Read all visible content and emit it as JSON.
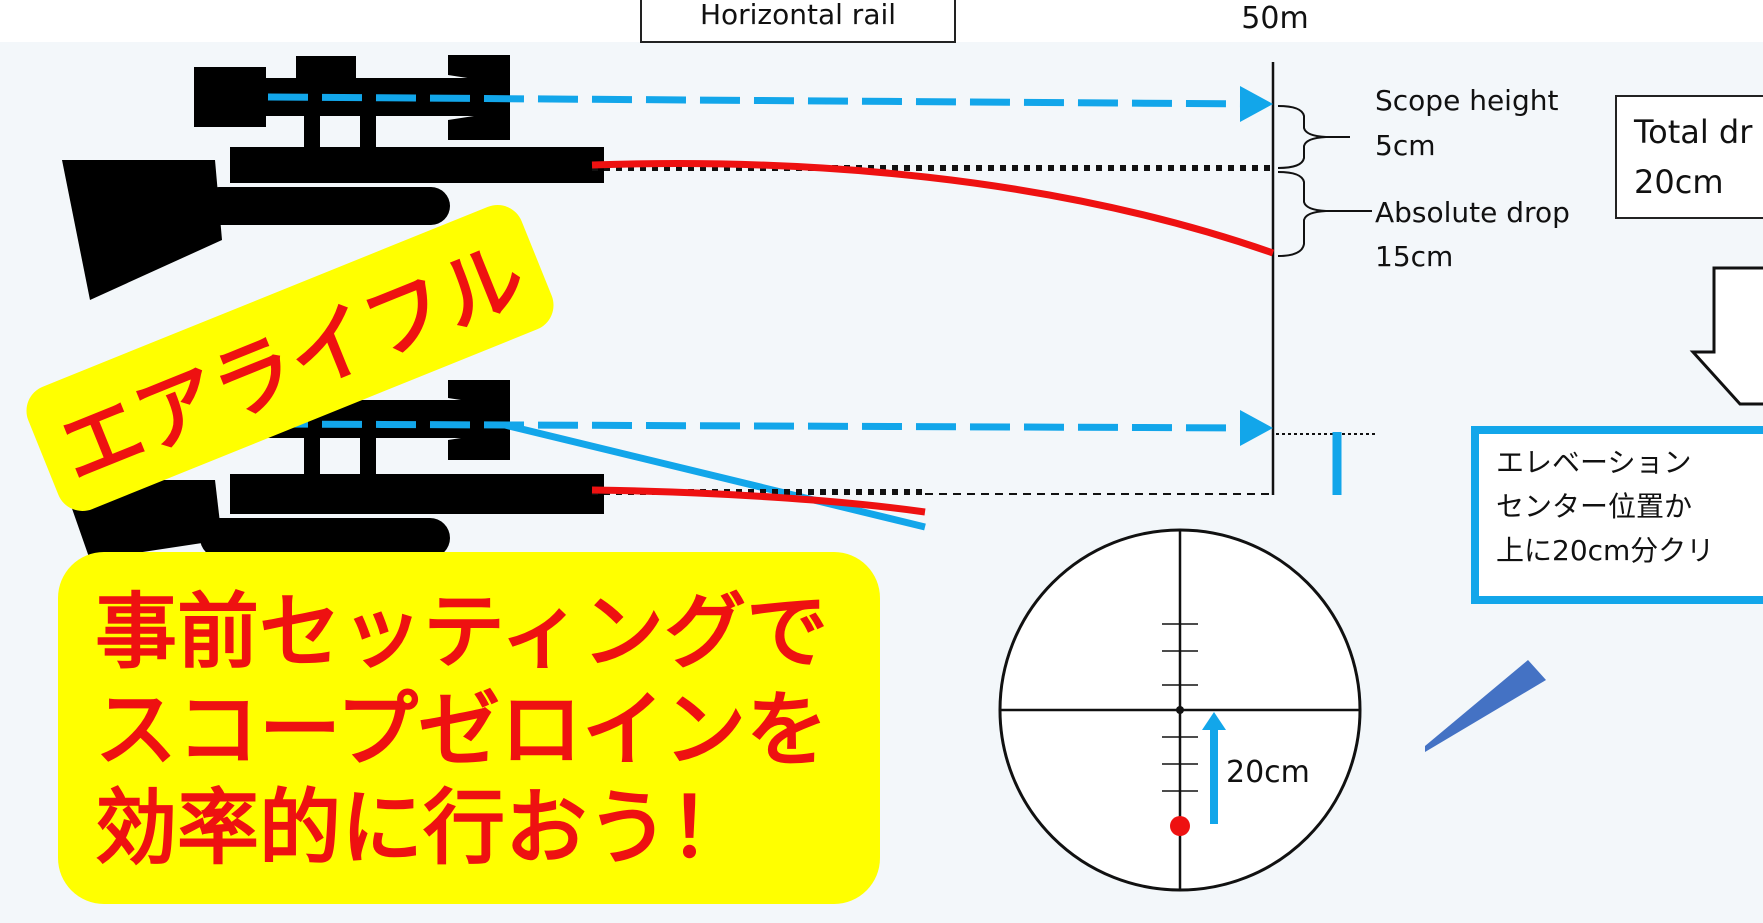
{
  "header": {
    "rail_label": "Horizontal rail",
    "distance_label": "50m"
  },
  "annotations": {
    "scope_height_title": "Scope height",
    "scope_height_value": "5cm",
    "absolute_drop_title": "Absolute drop",
    "absolute_drop_value": "15cm",
    "total_drop_title": "Total dr",
    "total_drop_value": "20cm"
  },
  "elevation_box": {
    "line1": "エレベーション",
    "line2": "センター位置か",
    "line3": "上に20cm分クリ"
  },
  "reticle": {
    "offset_label": "20cm"
  },
  "badges": {
    "air_rifle": "エアライフル",
    "main_line1": "事前セッティングで",
    "main_line2": "スコープゼロインを",
    "main_line3": "効率的に行おう！"
  },
  "colors": {
    "background_band": "#f3f7fa",
    "sight_line": "#12a6ea",
    "trajectory": "#ee1111",
    "badge_fill": "#ffff00",
    "badge_text": "#ee1111",
    "elevation_border": "#12a6ea",
    "pointer_arrow": "#4472c4"
  }
}
